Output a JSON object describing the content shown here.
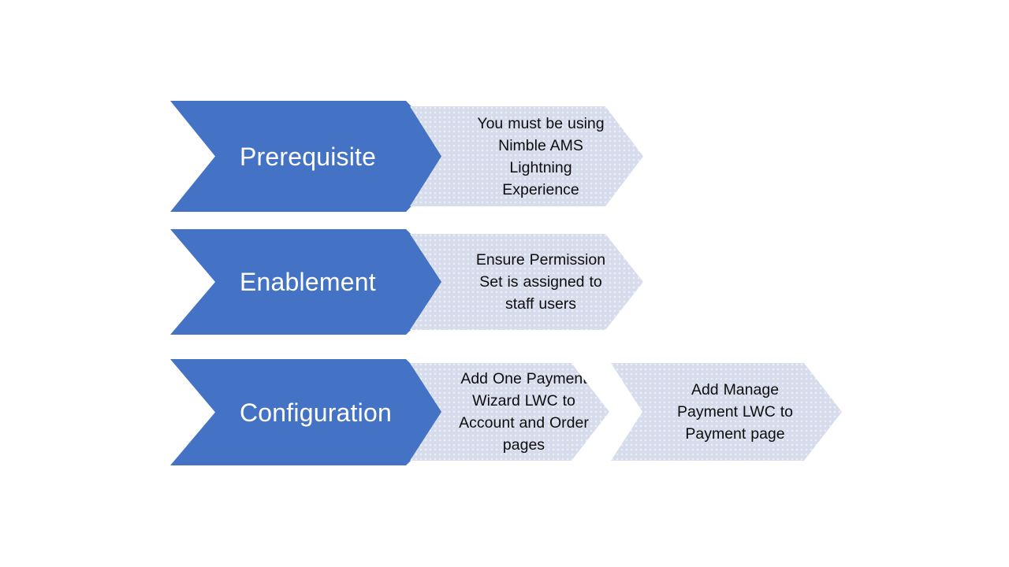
{
  "diagram": {
    "type": "chevron-process-diagram",
    "background_color": "#FFFFFF",
    "primary_color": "#4472C4",
    "secondary_color": "#D6DCEC",
    "primary_text_color": "#FFFFFF",
    "secondary_text_color": "#0D0D0D",
    "rows": [
      {
        "stage_label": "Prerequisite",
        "steps": [
          {
            "text": "You must be using Nimble AMS Lightning Experience"
          }
        ]
      },
      {
        "stage_label": "Enablement",
        "steps": [
          {
            "text": "Ensure Permission Set is assigned to staff users"
          }
        ]
      },
      {
        "stage_label": "Configuration",
        "steps": [
          {
            "text": "Add One Payment Wizard LWC to Account and Order pages"
          },
          {
            "text": "Add Manage Payment LWC to Payment page"
          }
        ]
      }
    ]
  }
}
